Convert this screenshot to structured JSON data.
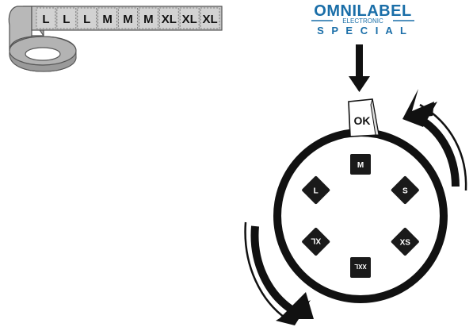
{
  "label_roll": {
    "labels": [
      "L",
      "L",
      "L",
      "M",
      "M",
      "M",
      "XL",
      "XL",
      "XL"
    ],
    "tape_color": "#c4c4c4",
    "roll_color": "#a3a3a3"
  },
  "logo": {
    "line1": "OMNILABEL",
    "line2": "ELECTRONIC",
    "line3": "S P E C I A L",
    "color": "#1a6ea8"
  },
  "ok_tag": {
    "text": "OK"
  },
  "carousel": {
    "slots": [
      {
        "label": "M"
      },
      {
        "label": "S"
      },
      {
        "label": "XS"
      },
      {
        "label": "XXL"
      },
      {
        "label": "XL"
      },
      {
        "label": "L"
      }
    ],
    "ring_color": "#111111",
    "chip_color": "#1a1a1a"
  },
  "arrows": {
    "down_arrow_icon": "arrow-down-icon",
    "rotation_icons": [
      "rotate-arrow-top-right-icon",
      "rotate-arrow-bottom-left-icon"
    ]
  }
}
